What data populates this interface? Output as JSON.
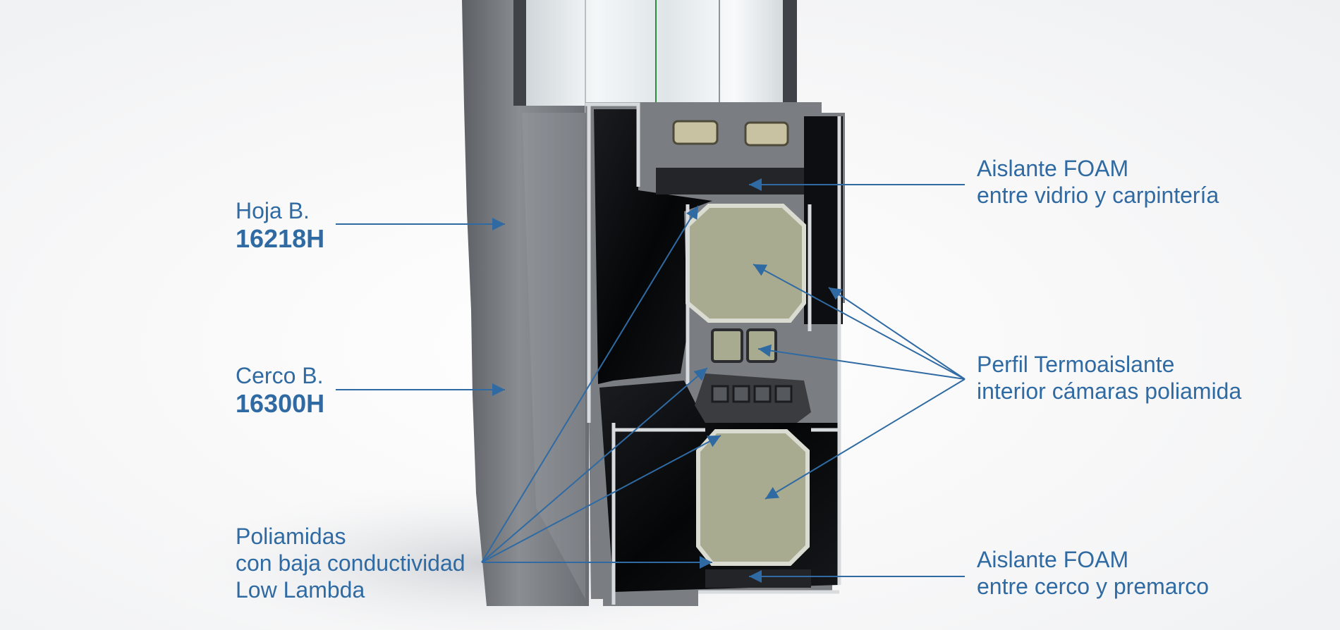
{
  "colors": {
    "annotation": "#2f6aa3",
    "aluminium": "#6f7378",
    "foam": "#a9ab90",
    "chamber": "#0c0d10",
    "background": "#ffffff"
  },
  "labels": {
    "hoja": {
      "line1": "Hoja B.",
      "code": "16218H"
    },
    "cerco": {
      "line1": "Cerco B.",
      "code": "16300H"
    },
    "poliamidas": {
      "line1": "Poliamidas",
      "line2": "con baja conductividad",
      "line3": "Low Lambda"
    },
    "foam_top": {
      "line1": "Aislante FOAM",
      "line2": "entre vidrio y carpintería"
    },
    "perfil": {
      "line1": "Perfil Termoaislante",
      "line2": "interior cámaras poliamida"
    },
    "foam_bottom": {
      "line1": "Aislante FOAM",
      "line2": "entre cerco y premarco"
    }
  }
}
